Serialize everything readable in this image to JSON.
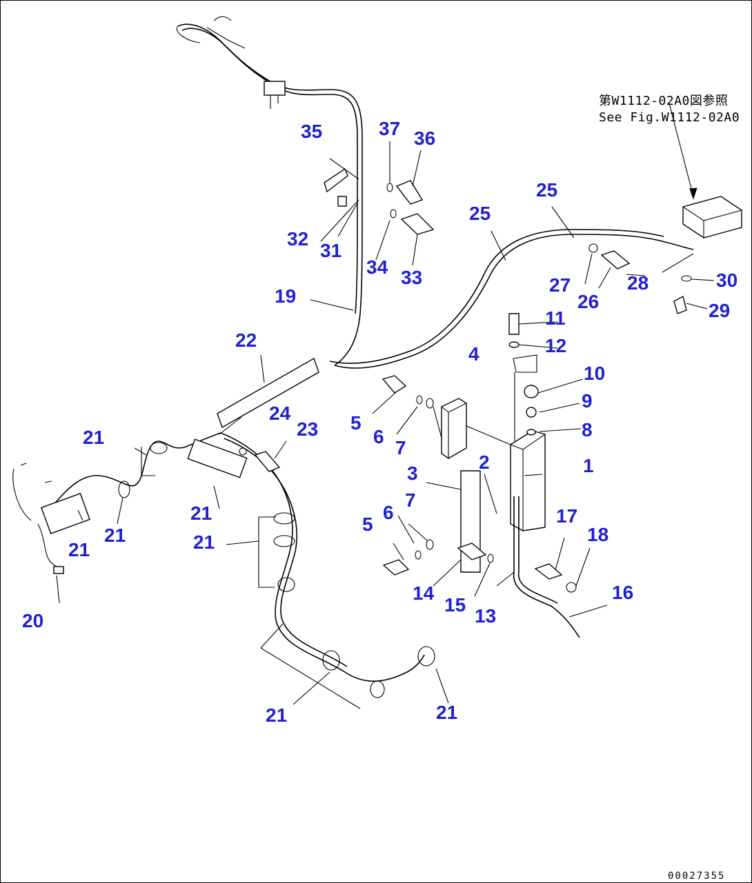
{
  "reference_note": {
    "line1": "第W1112-02A0図参照",
    "line2": "See Fig.W1112-02A0"
  },
  "document_number": "00027355",
  "callouts": [
    {
      "id": "c1",
      "text": "1"
    },
    {
      "id": "c2",
      "text": "2"
    },
    {
      "id": "c3",
      "text": "3"
    },
    {
      "id": "c4",
      "text": "4"
    },
    {
      "id": "c5a",
      "text": "5"
    },
    {
      "id": "c5b",
      "text": "5"
    },
    {
      "id": "c6a",
      "text": "6"
    },
    {
      "id": "c6b",
      "text": "6"
    },
    {
      "id": "c7a",
      "text": "7"
    },
    {
      "id": "c7b",
      "text": "7"
    },
    {
      "id": "c8",
      "text": "8"
    },
    {
      "id": "c9",
      "text": "9"
    },
    {
      "id": "c10",
      "text": "10"
    },
    {
      "id": "c11",
      "text": "11"
    },
    {
      "id": "c12",
      "text": "12"
    },
    {
      "id": "c13",
      "text": "13"
    },
    {
      "id": "c14",
      "text": "14"
    },
    {
      "id": "c15",
      "text": "15"
    },
    {
      "id": "c16",
      "text": "16"
    },
    {
      "id": "c17",
      "text": "17"
    },
    {
      "id": "c18",
      "text": "18"
    },
    {
      "id": "c19",
      "text": "19"
    },
    {
      "id": "c20",
      "text": "20"
    },
    {
      "id": "c21a",
      "text": "21"
    },
    {
      "id": "c21b",
      "text": "21"
    },
    {
      "id": "c21c",
      "text": "21"
    },
    {
      "id": "c21d",
      "text": "21"
    },
    {
      "id": "c21e",
      "text": "21"
    },
    {
      "id": "c21f",
      "text": "21"
    },
    {
      "id": "c21g",
      "text": "21"
    },
    {
      "id": "c22",
      "text": "22"
    },
    {
      "id": "c23",
      "text": "23"
    },
    {
      "id": "c24",
      "text": "24"
    },
    {
      "id": "c25a",
      "text": "25"
    },
    {
      "id": "c25b",
      "text": "25"
    },
    {
      "id": "c26",
      "text": "26"
    },
    {
      "id": "c27",
      "text": "27"
    },
    {
      "id": "c28",
      "text": "28"
    },
    {
      "id": "c29",
      "text": "29"
    },
    {
      "id": "c30",
      "text": "30"
    },
    {
      "id": "c31",
      "text": "31"
    },
    {
      "id": "c32",
      "text": "32"
    },
    {
      "id": "c33",
      "text": "33"
    },
    {
      "id": "c34",
      "text": "34"
    },
    {
      "id": "c35",
      "text": "35"
    },
    {
      "id": "c36",
      "text": "36"
    },
    {
      "id": "c37",
      "text": "37"
    }
  ],
  "colors": {
    "callout": "#1f1fd6",
    "line": "#000000",
    "background": "#ffffff"
  }
}
